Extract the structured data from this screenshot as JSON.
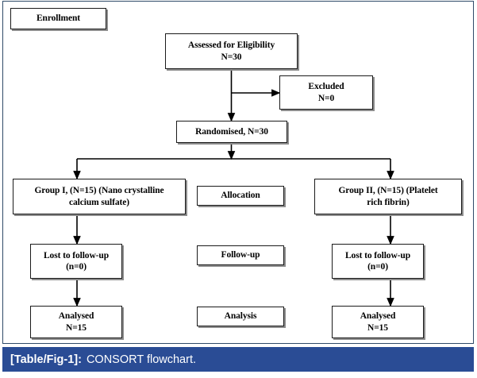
{
  "figure": {
    "type": "consort-flowchart",
    "caption_label": "[Table/Fig-1]:",
    "caption_text": "CONSORT flowchart.",
    "accent_color": "#2a4c95",
    "frame_color": "#2f4a68",
    "box_border_color": "#1a1a1a",
    "shadow_color": "#8d8d8d"
  },
  "stage_labels": {
    "enrollment": "Enrollment",
    "allocation": "Allocation",
    "followup": "Follow-up",
    "analysis": "Analysis"
  },
  "nodes": {
    "assessed": {
      "line1": "Assessed for Eligibility",
      "line2": "N=30"
    },
    "excluded": {
      "line1": "Excluded",
      "line2": "N=0"
    },
    "randomised": {
      "line1": "Randomised, N=30"
    },
    "group1": {
      "line1": "Group I, (N=15) (Nano crystalline",
      "line2": "calcium sulfate)"
    },
    "group2": {
      "line1": "Group II, (N=15) (Platelet",
      "line2": "rich fibrin)"
    },
    "lost1": {
      "line1": "Lost to follow-up",
      "line2": "(n=0)"
    },
    "lost2": {
      "line1": "Lost to follow-up",
      "line2": "(n=0)"
    },
    "analysed1": {
      "line1": "Analysed",
      "line2": "N=15"
    },
    "analysed2": {
      "line1": "Analysed",
      "line2": "N=15"
    }
  },
  "chart_data": {
    "type": "diagram",
    "title": "CONSORT flowchart",
    "stages": [
      "Enrollment",
      "Allocation",
      "Follow-up",
      "Analysis"
    ],
    "flow": [
      {
        "id": "assessed",
        "label": "Assessed for Eligibility",
        "n": 30
      },
      {
        "id": "excluded",
        "label": "Excluded",
        "n": 0
      },
      {
        "id": "randomised",
        "label": "Randomised",
        "n": 30
      },
      {
        "id": "group1",
        "label": "Group I (Nano crystalline calcium sulfate)",
        "n": 15
      },
      {
        "id": "group2",
        "label": "Group II (Platelet rich fibrin)",
        "n": 15
      },
      {
        "id": "lost1",
        "label": "Lost to follow-up (Group I)",
        "n": 0
      },
      {
        "id": "lost2",
        "label": "Lost to follow-up (Group II)",
        "n": 0
      },
      {
        "id": "analysed1",
        "label": "Analysed (Group I)",
        "n": 15
      },
      {
        "id": "analysed2",
        "label": "Analysed (Group II)",
        "n": 15
      }
    ],
    "edges": [
      [
        "assessed",
        "excluded"
      ],
      [
        "assessed",
        "randomised"
      ],
      [
        "randomised",
        "group1"
      ],
      [
        "randomised",
        "group2"
      ],
      [
        "group1",
        "lost1"
      ],
      [
        "group2",
        "lost2"
      ],
      [
        "lost1",
        "analysed1"
      ],
      [
        "lost2",
        "analysed2"
      ]
    ]
  }
}
